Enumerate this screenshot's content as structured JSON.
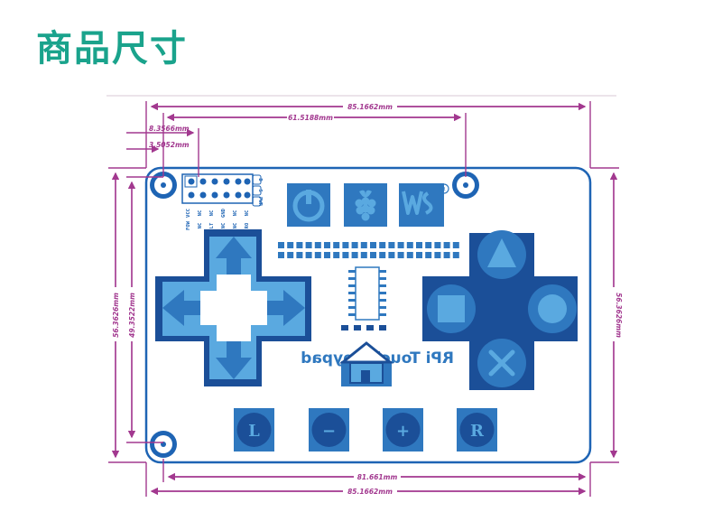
{
  "page": {
    "title": "商品尺寸"
  },
  "colors": {
    "title": "#1aa38c",
    "dimension": "#a2388f",
    "board_outline": "#1e64b4",
    "mask": "#2f78bf",
    "light": "#5aa9e0",
    "dark_pad": "#1b4f98"
  },
  "dimensions": {
    "top_width": "85.1662mm",
    "hole_spacing": "61.5188mm",
    "header_offset": "8.3566mm",
    "hole_offset": "3.5052mm",
    "left_height": "56.3626mm",
    "left_inner_height": "49.3522mm",
    "right_height": "56.3626mm",
    "bottom_inner_width": "81.661mm",
    "bottom_width": "85.1662mm"
  },
  "board": {
    "silkscreen_text": "RPi Touch Keypad",
    "pin_labels_row1": [
      "VCC",
      "NC",
      "NC",
      "GND",
      "NC",
      "NC"
    ],
    "pin_labels_row2": [
      "FOW",
      "NC",
      "LT",
      "NC",
      "NC",
      "RO"
    ],
    "side_marks": [
      "D",
      "S",
      "PWR"
    ],
    "bottom_buttons": [
      "L",
      "−",
      "+",
      "R"
    ],
    "logo_icons": [
      "power-icon",
      "raspberry-icon",
      "waveshare-logo-icon"
    ],
    "dpad_icons": [
      "arrow-up-icon",
      "arrow-down-icon",
      "arrow-left-icon",
      "arrow-right-icon"
    ],
    "action_icons": [
      "triangle-icon",
      "square-icon",
      "circle-icon",
      "cross-icon"
    ]
  }
}
